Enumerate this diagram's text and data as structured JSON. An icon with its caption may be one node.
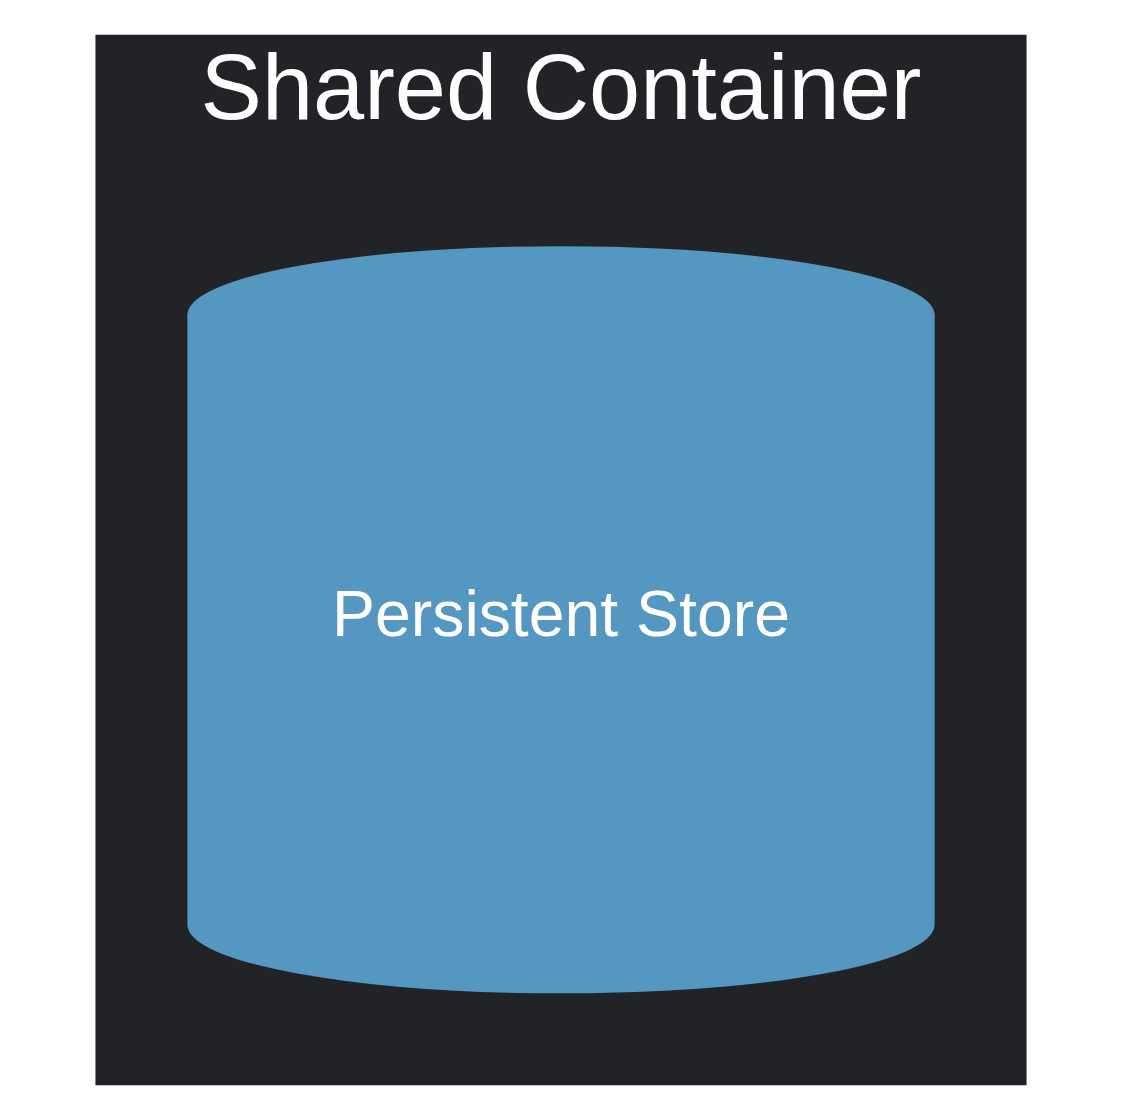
{
  "diagram": {
    "nodes": [
      {
        "text": [
          "Shared Container"
        ]
      },
      {
        "text": [
          "Persistent Store"
        ],
        "in": 0
      }
    ],
    "edges": []
  }
}
